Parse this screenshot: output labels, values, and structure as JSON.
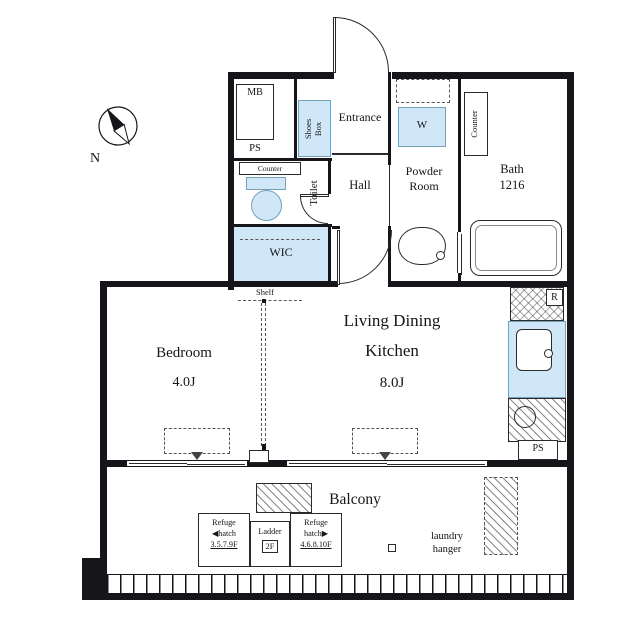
{
  "plan": {
    "compass_north": "N",
    "rooms": {
      "entrance": "Entrance",
      "hall": "Hall",
      "toilet": "Toilet",
      "powder_room": "Powder\nRoom",
      "bath": "Bath\n1216",
      "wic": "WIC",
      "bedroom_name": "Bedroom",
      "bedroom_size": "4.0J",
      "ldk_name": "Living Dining",
      "ldk_name2": "Kitchen",
      "ldk_size": "8.0J",
      "balcony": "Balcony"
    },
    "fixtures": {
      "meter_box": "MB",
      "pipe_space_top": "PS",
      "pipe_space_kitchen": "PS",
      "shoes_box": "Shoes\nBox",
      "toilet_counter": "Counter",
      "bath_counter": "Counter",
      "washing_machine": "W",
      "refrigerator": "R",
      "shelf": "Shelf"
    },
    "balcony_items": {
      "refuge_hatch_left": {
        "title": "Refuge\n◀hatch",
        "floors": "3.5.7.9F"
      },
      "ladder": {
        "title": "Ladder",
        "floor": "2F"
      },
      "refuge_hatch_right": {
        "title": "Refuge\nhatch▶",
        "floors": "4.6.8.10F"
      },
      "laundry_hanger": "laundry\nhanger"
    },
    "colors": {
      "wall": "#15151a",
      "fixture_fill": "#cfe7f6",
      "fixture_border": "#74a0b8"
    }
  }
}
